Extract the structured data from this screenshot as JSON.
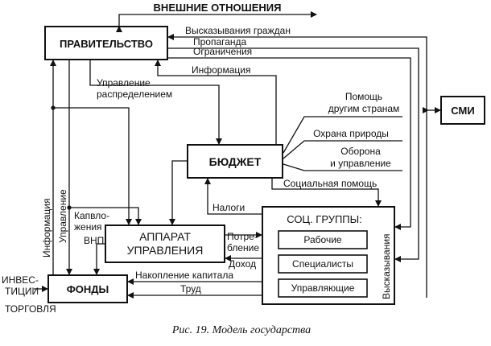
{
  "nodes": {
    "government": "ПРАВИТЕЛЬСТВО",
    "budget": "БЮДЖЕТ",
    "apparatus_1": "АППАРАТ",
    "apparatus_2": "УПРАВЛЕНИЯ",
    "funds": "ФОНДЫ",
    "media": "СМИ",
    "groups_title": "СОЦ. ГРУППЫ:",
    "workers": "Рабочие",
    "specialists": "Специалисты",
    "managers": "Управляющие"
  },
  "labels": {
    "external_relations": "ВНЕШНИЕ ОТНОШЕНИЯ",
    "citizen_statements": "Высказывания граждан",
    "propaganda": "Пропаганда",
    "restrictions": "Ограничения",
    "information_h": "Информация",
    "distribution_mgmt_1": "Управление",
    "distribution_mgmt_2": "распределением",
    "aid_1": "Помощь",
    "aid_2": "другим странам",
    "nature": "Охрана природы",
    "defense_1": "Оборона",
    "defense_2": "и управление",
    "social_aid": "Социальная помощь",
    "taxes": "Налоги",
    "investment_1": "Капвло-",
    "investment_2": "жения",
    "gnp": "ВНП",
    "consumption_1": "Потре-",
    "consumption_2": "бление",
    "income": "Доход",
    "capital_accum": "Накопление капитала",
    "labor": "Труд",
    "invest_1": "ИНВЕС-",
    "invest_2": "ТИЦИИ",
    "trade": "ТОРГОВЛЯ",
    "information_v": "Информация",
    "management_v": "Управление",
    "statements_v": "Высказывания"
  },
  "caption": "Рис. 19. Модель государства"
}
